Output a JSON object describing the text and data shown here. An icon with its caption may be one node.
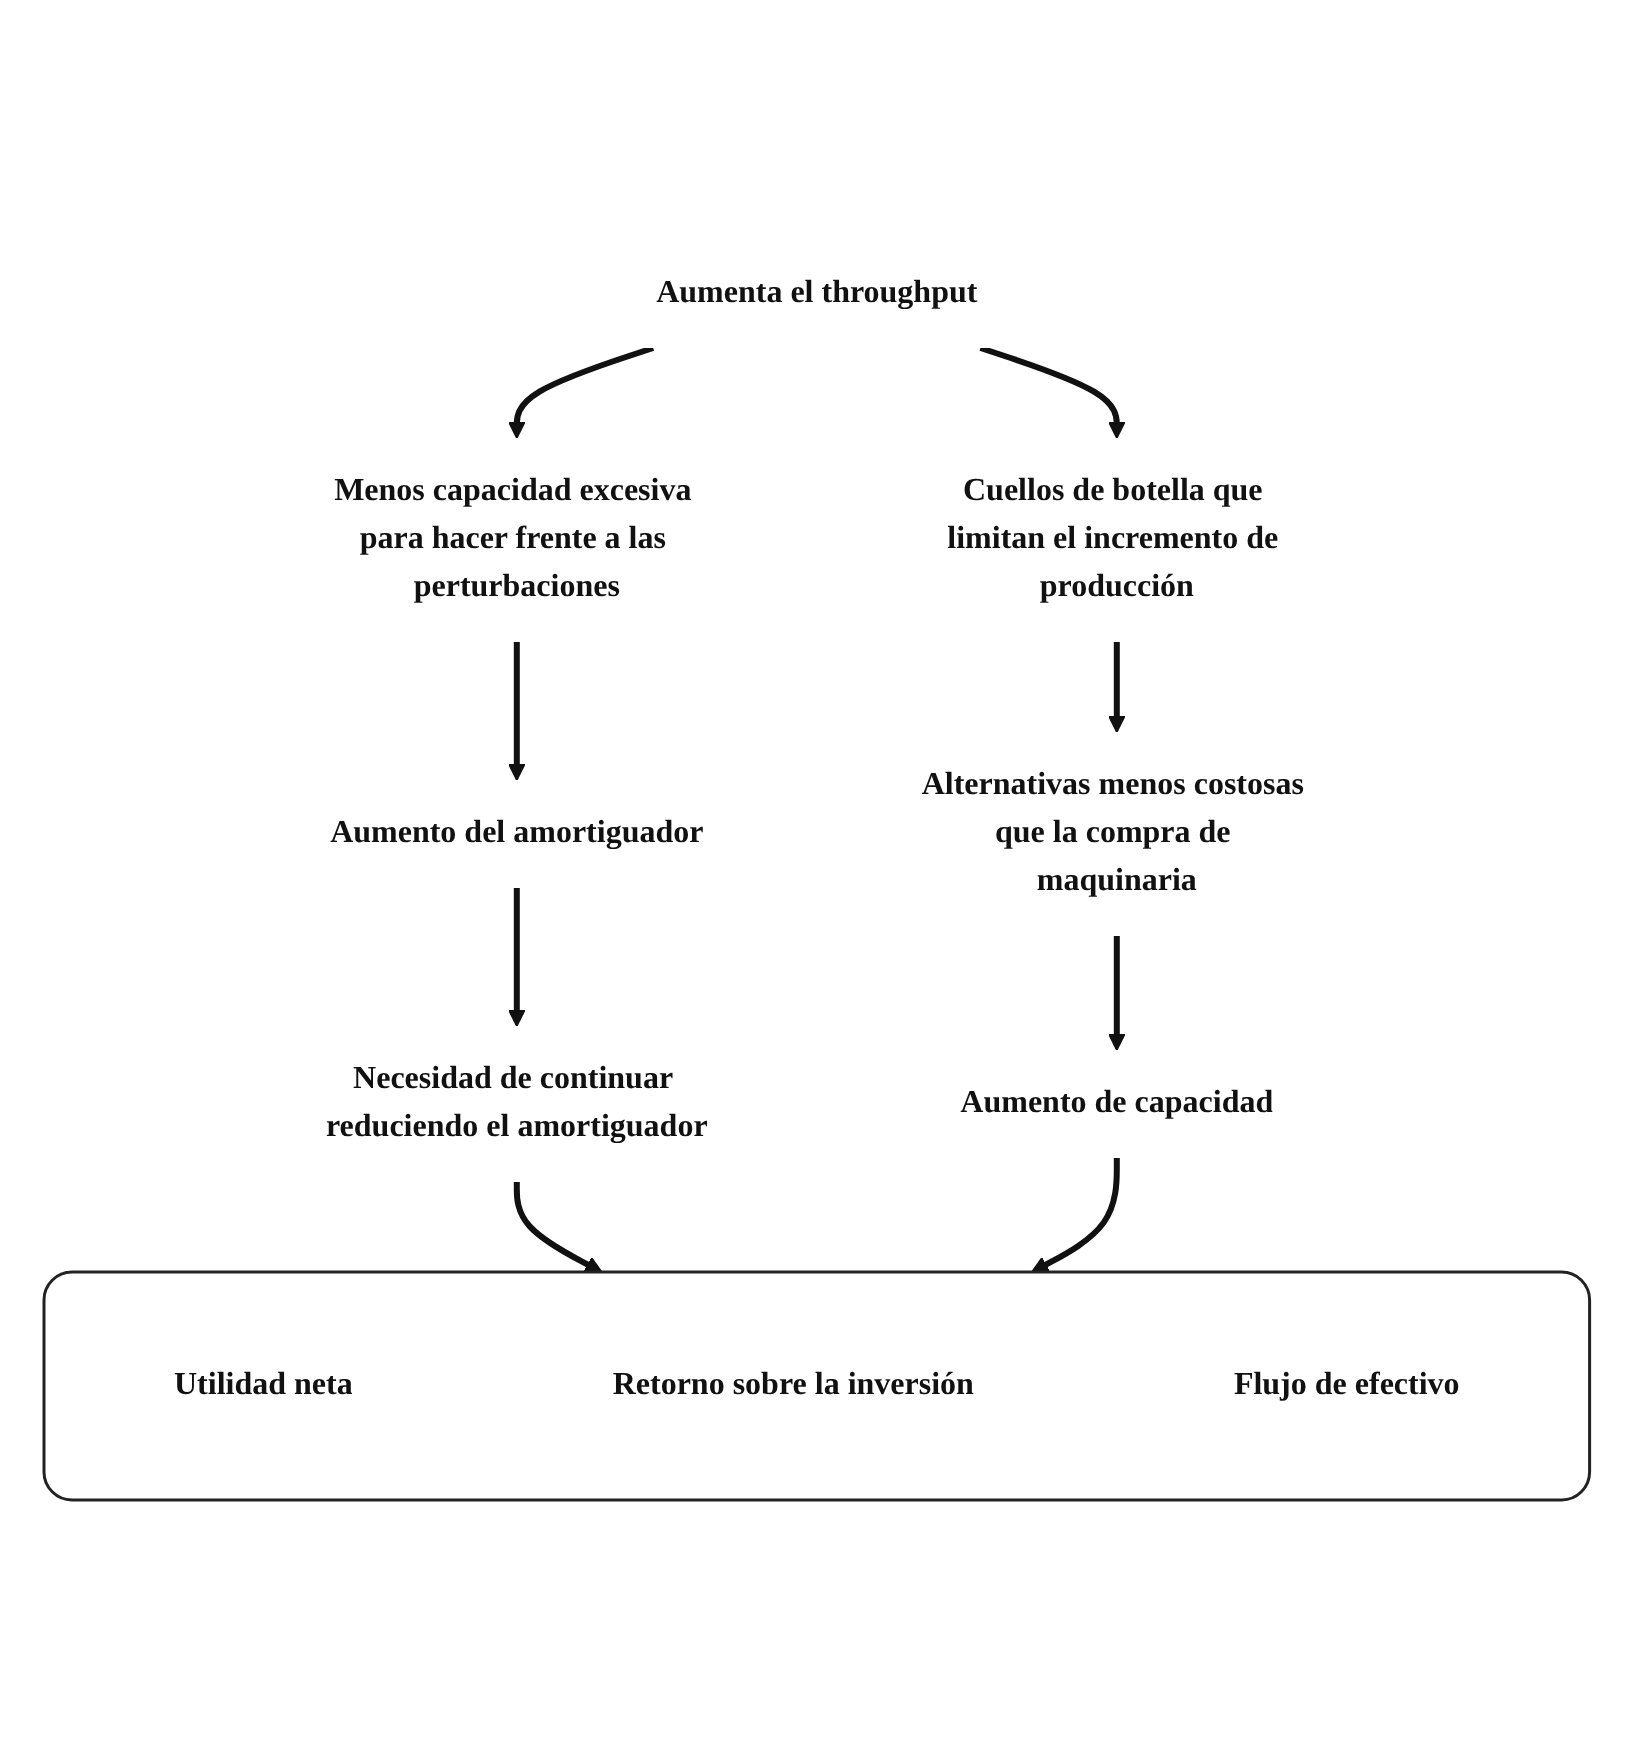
{
  "diagram": {
    "nodes": [
      {
        "text": [
          "Aumenta el throughput"
        ]
      },
      {
        "text": [
          "Menos capacidad excesiva para hacer frente a las perturbaciones"
        ]
      },
      {
        "text": [
          "Cuellos de botella que limitan el incremento de producción"
        ]
      },
      {
        "text": [
          "Aumento del amortiguador"
        ]
      },
      {
        "text": [
          "Alternativas menos costosas que la compra de maquinaria"
        ]
      },
      {
        "text": [
          "Necesidad de continuar reduciendo el amortiguador"
        ]
      },
      {
        "text": [
          "Aumento de capacidad"
        ]
      },
      {
        "text": [],
        "shape": "box"
      },
      {
        "text": [
          "Utilidad neta"
        ],
        "in": 7
      },
      {
        "text": [
          "Retorno sobre la inversión"
        ],
        "in": 7
      },
      {
        "text": [
          "Flujo de efectivo"
        ],
        "in": 7
      }
    ],
    "edges": [
      {
        "from": 0,
        "to": 1,
        "arrow": "to"
      },
      {
        "from": 0,
        "to": 2,
        "arrow": "to"
      },
      {
        "from": 1,
        "to": 3,
        "arrow": "to"
      },
      {
        "from": 3,
        "to": 5,
        "arrow": "to"
      },
      {
        "from": 5,
        "to": 7,
        "arrow": "to"
      },
      {
        "from": 2,
        "to": 4,
        "arrow": "to"
      },
      {
        "from": 4,
        "to": 6,
        "arrow": "to"
      },
      {
        "from": 6,
        "to": 7,
        "arrow": "to"
      }
    ]
  }
}
